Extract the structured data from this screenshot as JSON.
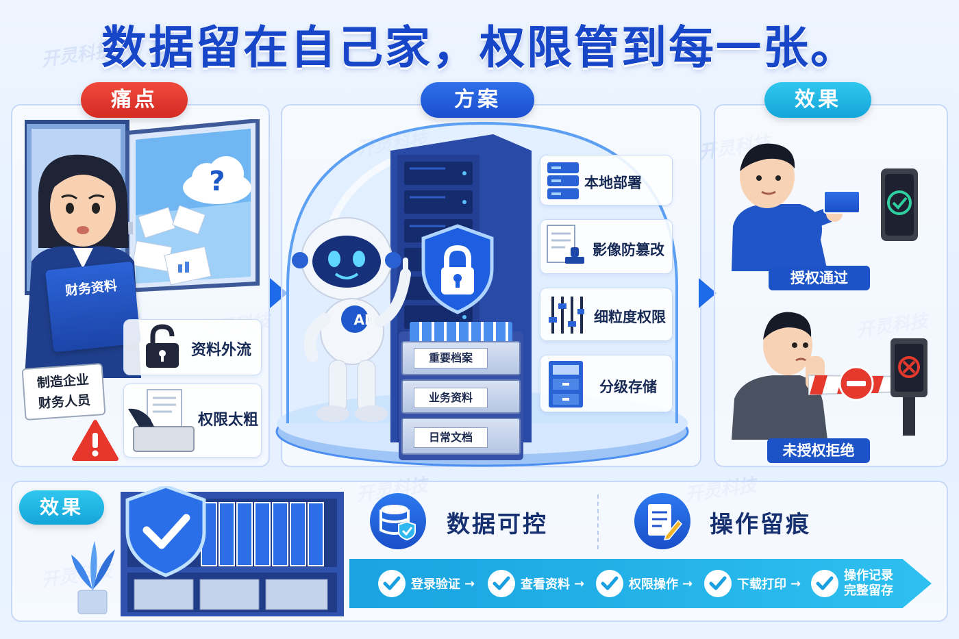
{
  "title": "数据留在自己家，权限管到每一张。",
  "watermark": "开灵科技",
  "pain": {
    "label": "痛点",
    "folder_label": "财务资料",
    "person_tag": [
      "制造企业",
      "财务人员"
    ],
    "items": [
      {
        "icon": "unlock-icon",
        "label": "资料外流"
      },
      {
        "icon": "printer-icon",
        "label": "权限太粗"
      }
    ]
  },
  "solution": {
    "label": "方案",
    "robot_badge": "AI",
    "drawers": [
      "重要档案",
      "业务资料",
      "日常文档"
    ],
    "features": [
      {
        "icon": "server-icon",
        "label": "本地部署"
      },
      {
        "icon": "stamp-icon",
        "label": "影像防篡改"
      },
      {
        "icon": "slider-icon",
        "label": "细粒度权限"
      },
      {
        "icon": "cabinet-icon",
        "label": "分级存储"
      }
    ]
  },
  "effect": {
    "label": "效果",
    "pass_label": "授权通过",
    "deny_label": "未授权拒绝"
  },
  "bottom": {
    "label": "效果",
    "features": [
      {
        "icon": "database-shield-icon",
        "label": "数据可控"
      },
      {
        "icon": "document-edit-icon",
        "label": "操作留痕"
      }
    ],
    "flow": [
      "登录验证",
      "查看资料",
      "权限操作",
      "下载打印",
      "操作记录\n完整留存"
    ],
    "flow_last_lines": [
      "操作记录",
      "完整留存"
    ]
  },
  "colors": {
    "primary": "#1846c8",
    "red": "#e0352b",
    "cyan": "#1fb3e6",
    "success": "#2fd0a0"
  }
}
